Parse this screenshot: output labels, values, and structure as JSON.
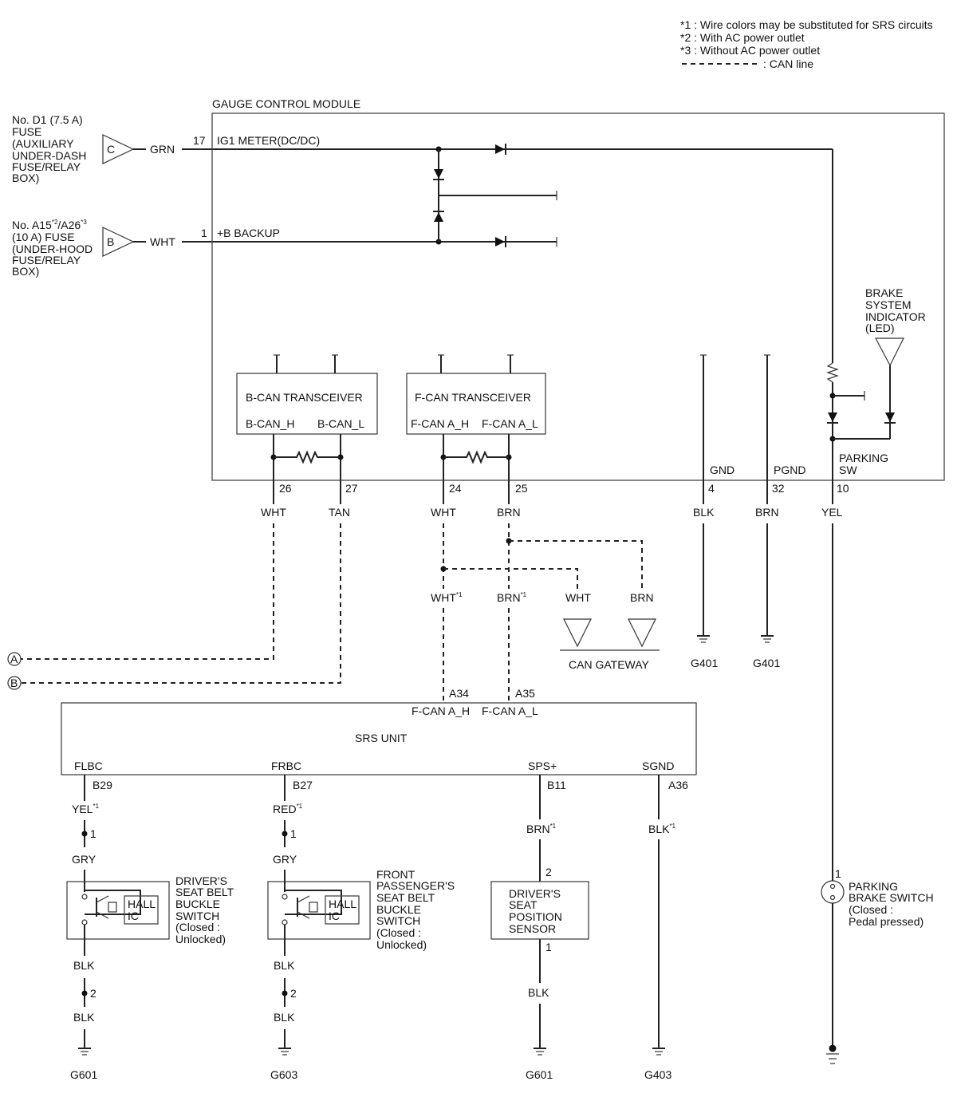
{
  "notes": {
    "n1": "*1 : Wire colors may be substituted for SRS circuits",
    "n2": "*2 : With AC power outlet",
    "n3": "*3 : Without AC power outlet",
    "can_legend": ": CAN line"
  },
  "fuses": {
    "d1": {
      "l1": "No. D1 (7.5 A)",
      "l2": "FUSE",
      "l3": "(AUXILIARY",
      "l4": "UNDER-DASH",
      "l5": "FUSE/RELAY",
      "l6": "BOX)",
      "conn": "C",
      "color": "GRN",
      "pin": "17",
      "signal": "IG1 METER(DC/DC)"
    },
    "a15": {
      "l1a": "No. A15",
      "s1": "*2",
      "l1b": "/A26",
      "s2": "*3",
      "l2": "(10 A) FUSE",
      "l3": "(UNDER-HOOD",
      "l4": "FUSE/RELAY",
      "l5": "BOX)",
      "conn": "B",
      "color": "WHT",
      "pin": "1",
      "signal": "+B BACKUP"
    }
  },
  "gauge": {
    "title": "GAUGE CONTROL MODULE",
    "bcan": {
      "title": "B-CAN TRANSCEIVER",
      "h": "B-CAN_H",
      "l": "B-CAN_L"
    },
    "fcan": {
      "title": "F-CAN TRANSCEIVER",
      "h": "F-CAN A_H",
      "l": "F-CAN A_L"
    },
    "gnd": "GND",
    "pgnd": "PGND",
    "parking1": "PARKING",
    "parking2": "SW",
    "brake1": "BRAKE",
    "brake2": "SYSTEM",
    "brake3": "INDICATOR",
    "brake4": "(LED)",
    "pins": {
      "p26": "26",
      "p27": "27",
      "p24": "24",
      "p25": "25",
      "p4": "4",
      "p32": "32",
      "p10": "10"
    },
    "wires": {
      "wht1": "WHT",
      "tan": "TAN",
      "wht2": "WHT",
      "brn1": "BRN",
      "blk": "BLK",
      "brn2": "BRN",
      "yel": "YEL"
    }
  },
  "can_gateway": {
    "wht_s": "WHT",
    "brn_s": "BRN",
    "wht": "WHT",
    "brn": "BRN",
    "sup": "*1",
    "label": "CAN GATEWAY"
  },
  "grounds": {
    "g401a": "G401",
    "g401b": "G401",
    "g601a": "G601",
    "g603": "G603",
    "g601b": "G601",
    "g403": "G403"
  },
  "offpage": {
    "a": "A",
    "b": "B"
  },
  "srs": {
    "title": "SRS UNIT",
    "pa34": "A34",
    "pa35": "A35",
    "fh": "F-CAN A_H",
    "fl": "F-CAN A_L",
    "flbc": "FLBC",
    "frbc": "FRBC",
    "sps": "SPS+",
    "sgnd": "SGND",
    "b29": "B29",
    "b27": "B27",
    "b11": "B11",
    "a36": "A36"
  },
  "lower": {
    "yel": "YEL",
    "red": "RED",
    "brn": "BRN",
    "blk": "BLK",
    "sup": "*1",
    "p1": "1",
    "p2": "2",
    "gry": "GRY",
    "blk_w": "BLK",
    "hall1": "HALL",
    "hall2": "IC"
  },
  "driver_belt": {
    "l1": "DRIVER'S",
    "l2": "SEAT BELT",
    "l3": "BUCKLE",
    "l4": "SWITCH",
    "l5": "(Closed :",
    "l6": "Unlocked)"
  },
  "pass_belt": {
    "l1": "FRONT",
    "l2": "PASSENGER'S",
    "l3": "SEAT BELT",
    "l4": "BUCKLE",
    "l5": "SWITCH",
    "l6": "(Closed :",
    "l7": "Unlocked)"
  },
  "seat_sensor": {
    "l1": "DRIVER'S",
    "l2": "SEAT",
    "l3": "POSITION",
    "l4": "SENSOR",
    "p2": "2",
    "p1": "1",
    "blk": "BLK"
  },
  "parking_brake": {
    "pin": "1",
    "l1": "PARKING",
    "l2": "BRAKE SWITCH",
    "l3": "(Closed :",
    "l4": "Pedal pressed)"
  }
}
